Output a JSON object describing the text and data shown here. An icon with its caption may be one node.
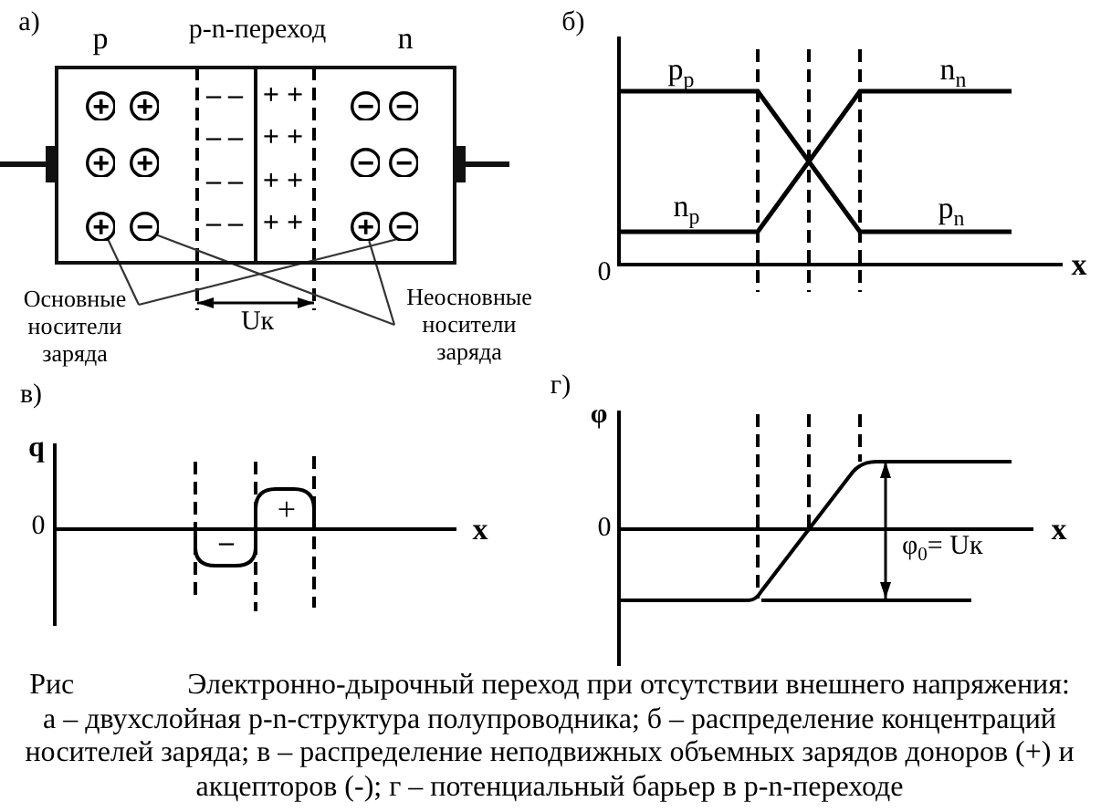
{
  "diagram": {
    "caption": "Рис Электронно-дырочный переход при отсутствии внешнего напряжения: а – двухслойная p-n-структура полупроводника; б – распределение концентраций носителей заряда; в – распределение неподвижных объемных зарядов доноров (+) и акцепторов (-); г – потенциальный барьер в p-n-переходе",
    "nodes": [
      {
        "text": [],
        "shape": "box"
      },
      {
        "text": [],
        "shape": "circle",
        "in": 0
      },
      {
        "text": [],
        "shape": "circle",
        "in": 0
      },
      {
        "text": [],
        "shape": "circle",
        "in": 0
      },
      {
        "text": [],
        "shape": "circle",
        "in": 0
      },
      {
        "text": [],
        "shape": "circle",
        "in": 0
      },
      {
        "text": [],
        "shape": "circle",
        "in": 0
      },
      {
        "text": [],
        "shape": "circle",
        "in": 0
      },
      {
        "text": [],
        "shape": "circle",
        "in": 0
      },
      {
        "text": [],
        "shape": "circle",
        "in": 0
      },
      {
        "text": [],
        "shape": "circle",
        "in": 0
      },
      {
        "text": [],
        "shape": "circle",
        "in": 0
      },
      {
        "text": [],
        "shape": "circle",
        "in": 0
      },
      {
        "text": [
          "Основные носители заряда"
        ]
      },
      {
        "text": [
          "Неосновные носители заряда"
        ]
      }
    ],
    "edges": [
      {
        "from": 13,
        "to": 9,
        "arrow": "none"
      },
      {
        "from": 13,
        "to": 12,
        "arrow": "none"
      },
      {
        "from": 14,
        "to": 11,
        "arrow": "none"
      },
      {
        "from": 14,
        "to": 10,
        "arrow": "none"
      }
    ],
    "labels": [
      "а)",
      "p",
      "p-n-переход",
      "n",
      "– –",
      "+ +",
      "– –",
      "+ +",
      "– –",
      "+ +",
      "– –",
      "+ +",
      "Uк",
      "б)",
      "p$_{p}$",
      "n$_{n}$",
      "n$_{p}$",
      "p$_{n}$",
      "0",
      "x",
      "в)",
      "q",
      "+",
      "0",
      "–",
      "x",
      "г)",
      "φ",
      "0",
      "x",
      "φ$_{0}$= Uк"
    ]
  }
}
